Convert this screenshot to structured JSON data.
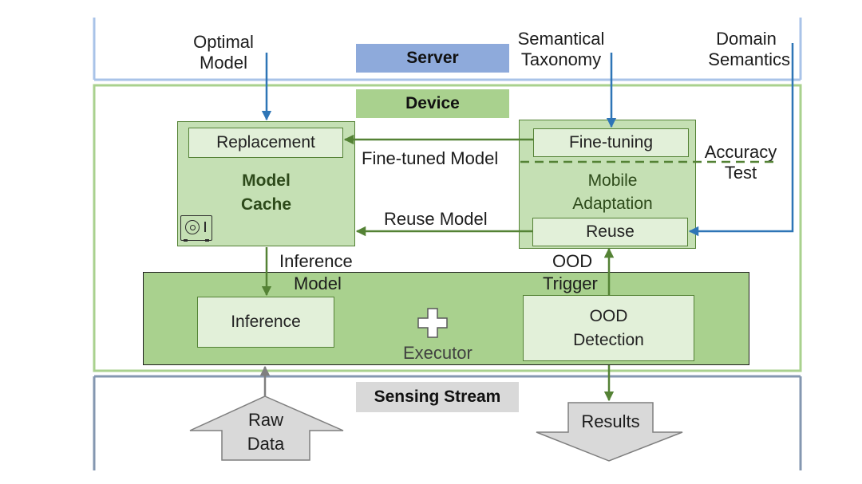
{
  "server": {
    "title": "Server",
    "optimal_model": [
      "Optimal",
      "Model"
    ],
    "semantical_taxonomy": [
      "Semantical",
      "Taxonomy"
    ],
    "domain_semantics": [
      "Domain",
      "Semantics"
    ]
  },
  "device": {
    "title": "Device",
    "model_cache": {
      "replacement": "Replacement",
      "title": [
        "Model",
        "Cache"
      ],
      "icon": "safe-icon"
    },
    "mobile_adaptation": {
      "fine_tuning": "Fine-tuning",
      "title": [
        "Mobile",
        "Adaptation"
      ],
      "reuse": "Reuse",
      "accuracy_test": [
        "Accuracy",
        "Test"
      ]
    },
    "edges": {
      "fine_tuned_model": "Fine-tuned Model",
      "reuse_model": "Reuse Model",
      "inference_model": [
        "Inference",
        "Model"
      ],
      "ood_trigger": [
        "OOD",
        "Trigger"
      ]
    },
    "executor": {
      "title": "Executor",
      "inference": "Inference",
      "ood_detection": [
        "OOD",
        "Detection"
      ],
      "icon": "plus-icon"
    }
  },
  "sensing": {
    "title": "Sensing Stream",
    "raw_data": [
      "Raw",
      "Data"
    ],
    "results": "Results"
  },
  "colors": {
    "server_line": "#a9c3e8",
    "server_tag": "#8eaadb",
    "device_border": "#a9d18e",
    "device_tag": "#a9d18e",
    "box_fill": "#c5e0b4",
    "inner_fill": "#e2f0d9",
    "executor_fill": "#a9d18e",
    "green_arrow": "#548235",
    "blue_arrow": "#2e75b6",
    "sensing_line": "#8497b0",
    "sensing_tag": "#d9d9d9",
    "io_arrow": "#d9d9d9"
  }
}
